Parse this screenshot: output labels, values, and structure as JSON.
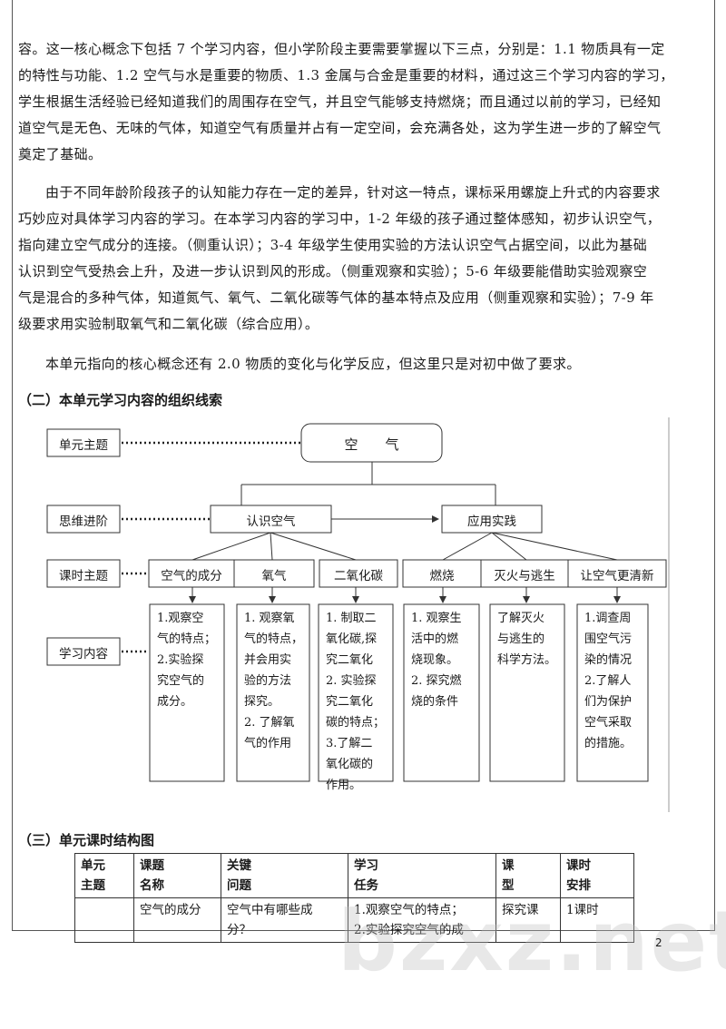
{
  "para1": [
    "容。这一核心概念下包括 7 个学习内容，但小学阶段主要需要掌握以下三点，分别是：1.1 物质具有一定",
    "的特性与功能、1.2 空气与水是重要的物质、1.3 金属与合金是重要的材料，通过这三个学习内容的学习，",
    "学生根据生活经验已经知道我们的周围存在空气，并且空气能够支持燃烧；而且通过以前的学习，已经知",
    "道空气是无色、无味的气体，知道空气有质量并占有一定空间，会充满各处，这为学生进一步的了解空气",
    "奠定了基础。"
  ],
  "para2": [
    "由于不同年龄阶段孩子的认知能力存在一定的差异，针对这一特点，课标采用螺旋上升式的内容要求",
    "巧妙应对具体学习内容的学习。在本学习内容的学习中，1-2 年级的孩子通过整体感知，初步认识空气，",
    "指向建立空气成分的连接。（侧重认识）；3-4 年级学生使用实验的方法认识空气占据空间，以此为基础",
    "认识到空气受热会上升，及进一步认识到风的形成。（侧重观察和实验）；5-6 年级要能借助实验观察空",
    "气是混合的多种气体，知道氮气、氧气、二氧化碳等气体的基本特点及应用（侧重观察和实验）；7-9 年",
    "级要求用实验制取氧气和二氧化碳（综合应用）。"
  ],
  "para3": "本单元指向的核心概念还有 2.0 物质的变化与化学反应，但这里只是对初中做了要求。",
  "heading2": "（二）本单元学习内容的组织线索",
  "heading3": "（三）单元课时结构图",
  "diagram": {
    "left_labels": [
      "单元主题",
      "思维进阶",
      "课时主题",
      "学习内容"
    ],
    "top": "空　　气",
    "mid": [
      "认识空气",
      "应用实践"
    ],
    "topics": [
      "空气的成分",
      "氧气",
      "二氧化碳",
      "燃烧",
      "灭火与逃生",
      "让空气更清新"
    ],
    "contents": [
      "1.观察空\n气的特点；\n2.实验探\n究空气的\n成分。",
      "1. 观察氧\n气的特点，\n并会用实\n验的方法\n探究。\n2. 了解氧\n气的作用",
      "1. 制取二\n氧化碳,探\n究二氧化\n2. 实验探\n究二氧化\n碳的特点；\n3.了解二\n氧化碳的\n作用。",
      "1. 观察生\n活中的燃\n烧现象。\n2. 探究燃\n烧的条件",
      "了解灭火\n与逃生的\n科学方法。",
      "1.调查周\n围空气污\n染的情况\n2.了解人\n们为保护\n空气采取\n的措施。"
    ]
  },
  "table": {
    "headers": [
      "单元\n主题",
      "课题\n名称",
      "关键\n问题",
      "学习\n任务",
      "课\n型",
      "课时\n安排"
    ],
    "row": [
      "",
      "空气的成分",
      "空气中有哪些成\n分？",
      "1.观察空气的特点；\n2.实验探究空气的成",
      "探究课",
      "1课时"
    ]
  },
  "watermark": "bzxz.net",
  "page_number": "2"
}
